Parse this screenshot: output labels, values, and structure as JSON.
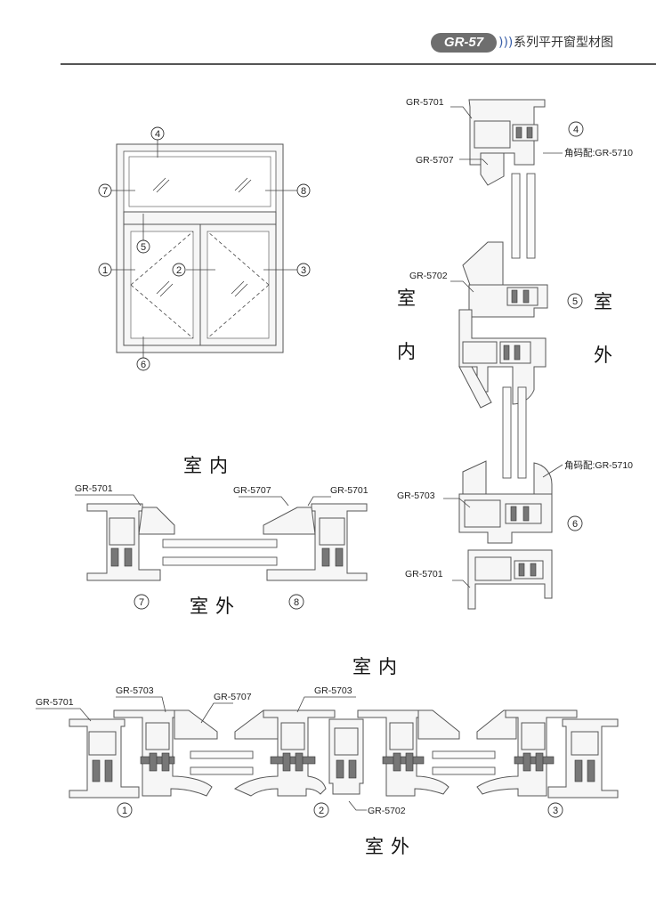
{
  "header": {
    "badge": "GR-57",
    "chevrons": ")))",
    "title": "系列平开窗型材图"
  },
  "directions": {
    "indoor": "室内",
    "outdoor": "室外",
    "indoor_char1": "室",
    "indoor_char2": "内",
    "outdoor_char1": "室",
    "outdoor_char2": "外"
  },
  "elevation": {
    "markers": [
      "1",
      "2",
      "3",
      "4",
      "5",
      "6",
      "7",
      "8"
    ]
  },
  "vertical_section": {
    "labels": {
      "gr5701_top": "GR-5701",
      "gr5707": "GR-5707",
      "gr5702": "GR-5702",
      "gr5703": "GR-5703",
      "gr5701_bottom": "GR-5701",
      "corner_top": "角码配:GR-5710",
      "corner_bottom": "角码配:GR-5710"
    },
    "markers": [
      "4",
      "5",
      "6"
    ]
  },
  "side_sections": {
    "labels": {
      "gr5701_left": "GR-5701",
      "gr5707": "GR-5707",
      "gr5701_right": "GR-5701"
    },
    "markers": [
      "7",
      "8"
    ]
  },
  "horizontal_section": {
    "labels": {
      "gr5701": "GR-5701",
      "gr5703_left": "GR-5703",
      "gr5707": "GR-5707",
      "gr5703_right": "GR-5703",
      "gr5702": "GR-5702"
    },
    "markers": [
      "1",
      "2",
      "3"
    ]
  },
  "colors": {
    "line": "#555555",
    "badge": "#6e6e6e",
    "chevron": "#3a5fa8",
    "gasket": "#777777"
  }
}
